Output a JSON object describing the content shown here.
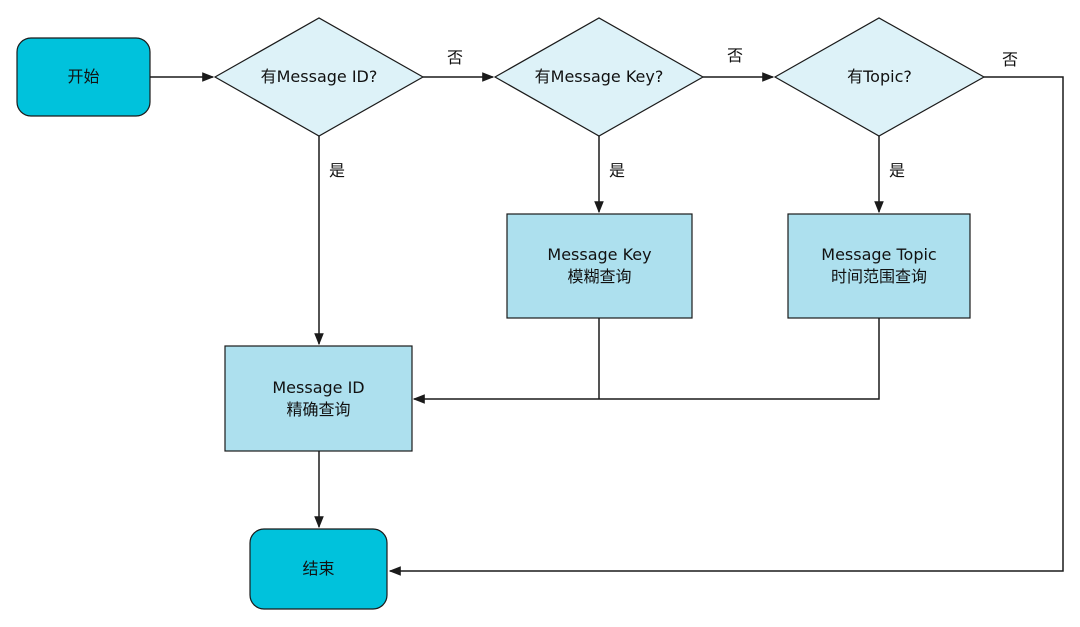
{
  "colors": {
    "terminal_fill": "#00C2DC",
    "decision_fill": "#DDF2F8",
    "process_fill": "#ADE0EE",
    "stroke": "#1a1a1a"
  },
  "nodes": {
    "start": {
      "label": "开始"
    },
    "end": {
      "label": "结束"
    },
    "decision_id": {
      "label": "有Message ID?"
    },
    "decision_key": {
      "label": "有Message Key?"
    },
    "decision_topic": {
      "label": "有Topic?"
    },
    "process_id": {
      "line1": "Message ID",
      "line2": "精确查询"
    },
    "process_key": {
      "line1": "Message Key",
      "line2": "模糊查询"
    },
    "process_topic": {
      "line1": "Message Topic",
      "line2": "时间范围查询"
    }
  },
  "edge_labels": {
    "no_1": "否",
    "no_2": "否",
    "no_3": "否",
    "yes_1": "是",
    "yes_2": "是",
    "yes_3": "是"
  }
}
